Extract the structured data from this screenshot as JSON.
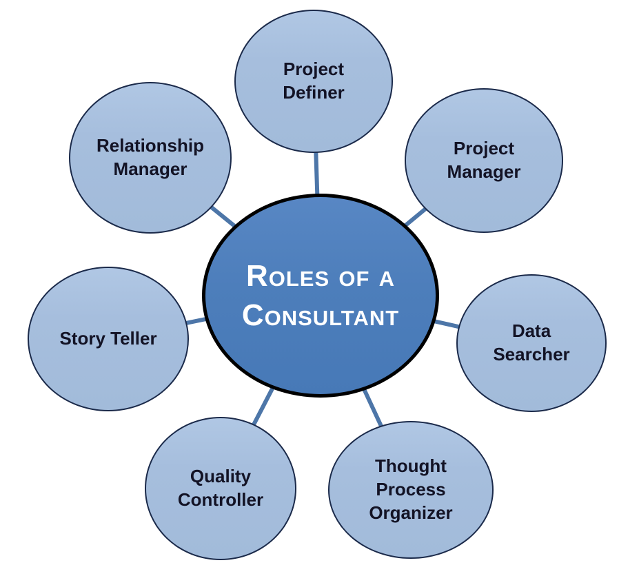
{
  "diagram": {
    "title": "Roles of a Consultant",
    "center": {
      "label": "Roles of a\nConsultant",
      "fill_color": "#4D7EBB",
      "border_color": "#000000",
      "text_color": "#FFFFFF"
    },
    "satellites": [
      {
        "label": "Project\nDefiner",
        "position": "top"
      },
      {
        "label": "Project\nManager",
        "position": "top-right"
      },
      {
        "label": "Data\nSearcher",
        "position": "right"
      },
      {
        "label": "Thought\nProcess\nOrganizer",
        "position": "bottom-right"
      },
      {
        "label": "Quality\nController",
        "position": "bottom-left"
      },
      {
        "label": "Story Teller",
        "position": "left"
      },
      {
        "label": "Relationship\nManager",
        "position": "top-left"
      }
    ],
    "colors": {
      "satellite_fill": "#A6BEDD",
      "satellite_border": "#1B2A4A",
      "connector_line": "#4D76A8",
      "label_text": "#131325",
      "background": "#FFFFFF"
    }
  }
}
